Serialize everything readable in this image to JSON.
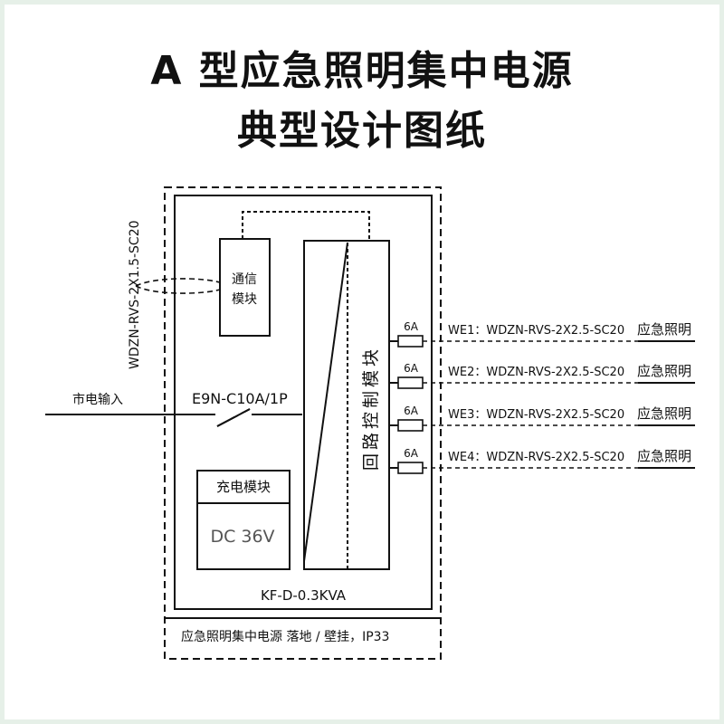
{
  "title": {
    "line1": "A 型应急照明集中电源",
    "line2": "典型设计图纸"
  },
  "diagram": {
    "comm_cable": "WDZN-RVS-2X1.5-SC20",
    "comm_module": [
      "通信",
      "模块"
    ],
    "mains_input": "市电输入",
    "breaker": "E9N-C10A/1P",
    "charging_module": "充电模块",
    "battery_voltage": "DC 36V",
    "control_module": "回路控制模块",
    "model": "KF-D-0.3KVA",
    "footer": "应急照明集中电源  落地 / 壁挂，IP33",
    "outputs": [
      {
        "fuse": "6A",
        "cable": "WE1：WDZN-RVS-2X2.5-SC20",
        "load": "应急照明"
      },
      {
        "fuse": "6A",
        "cable": "WE2：WDZN-RVS-2X2.5-SC20",
        "load": "应急照明"
      },
      {
        "fuse": "6A",
        "cable": "WE3：WDZN-RVS-2X2.5-SC20",
        "load": "应急照明"
      },
      {
        "fuse": "6A",
        "cable": "WE4：WDZN-RVS-2X2.5-SC20",
        "load": "应急照明"
      }
    ]
  }
}
